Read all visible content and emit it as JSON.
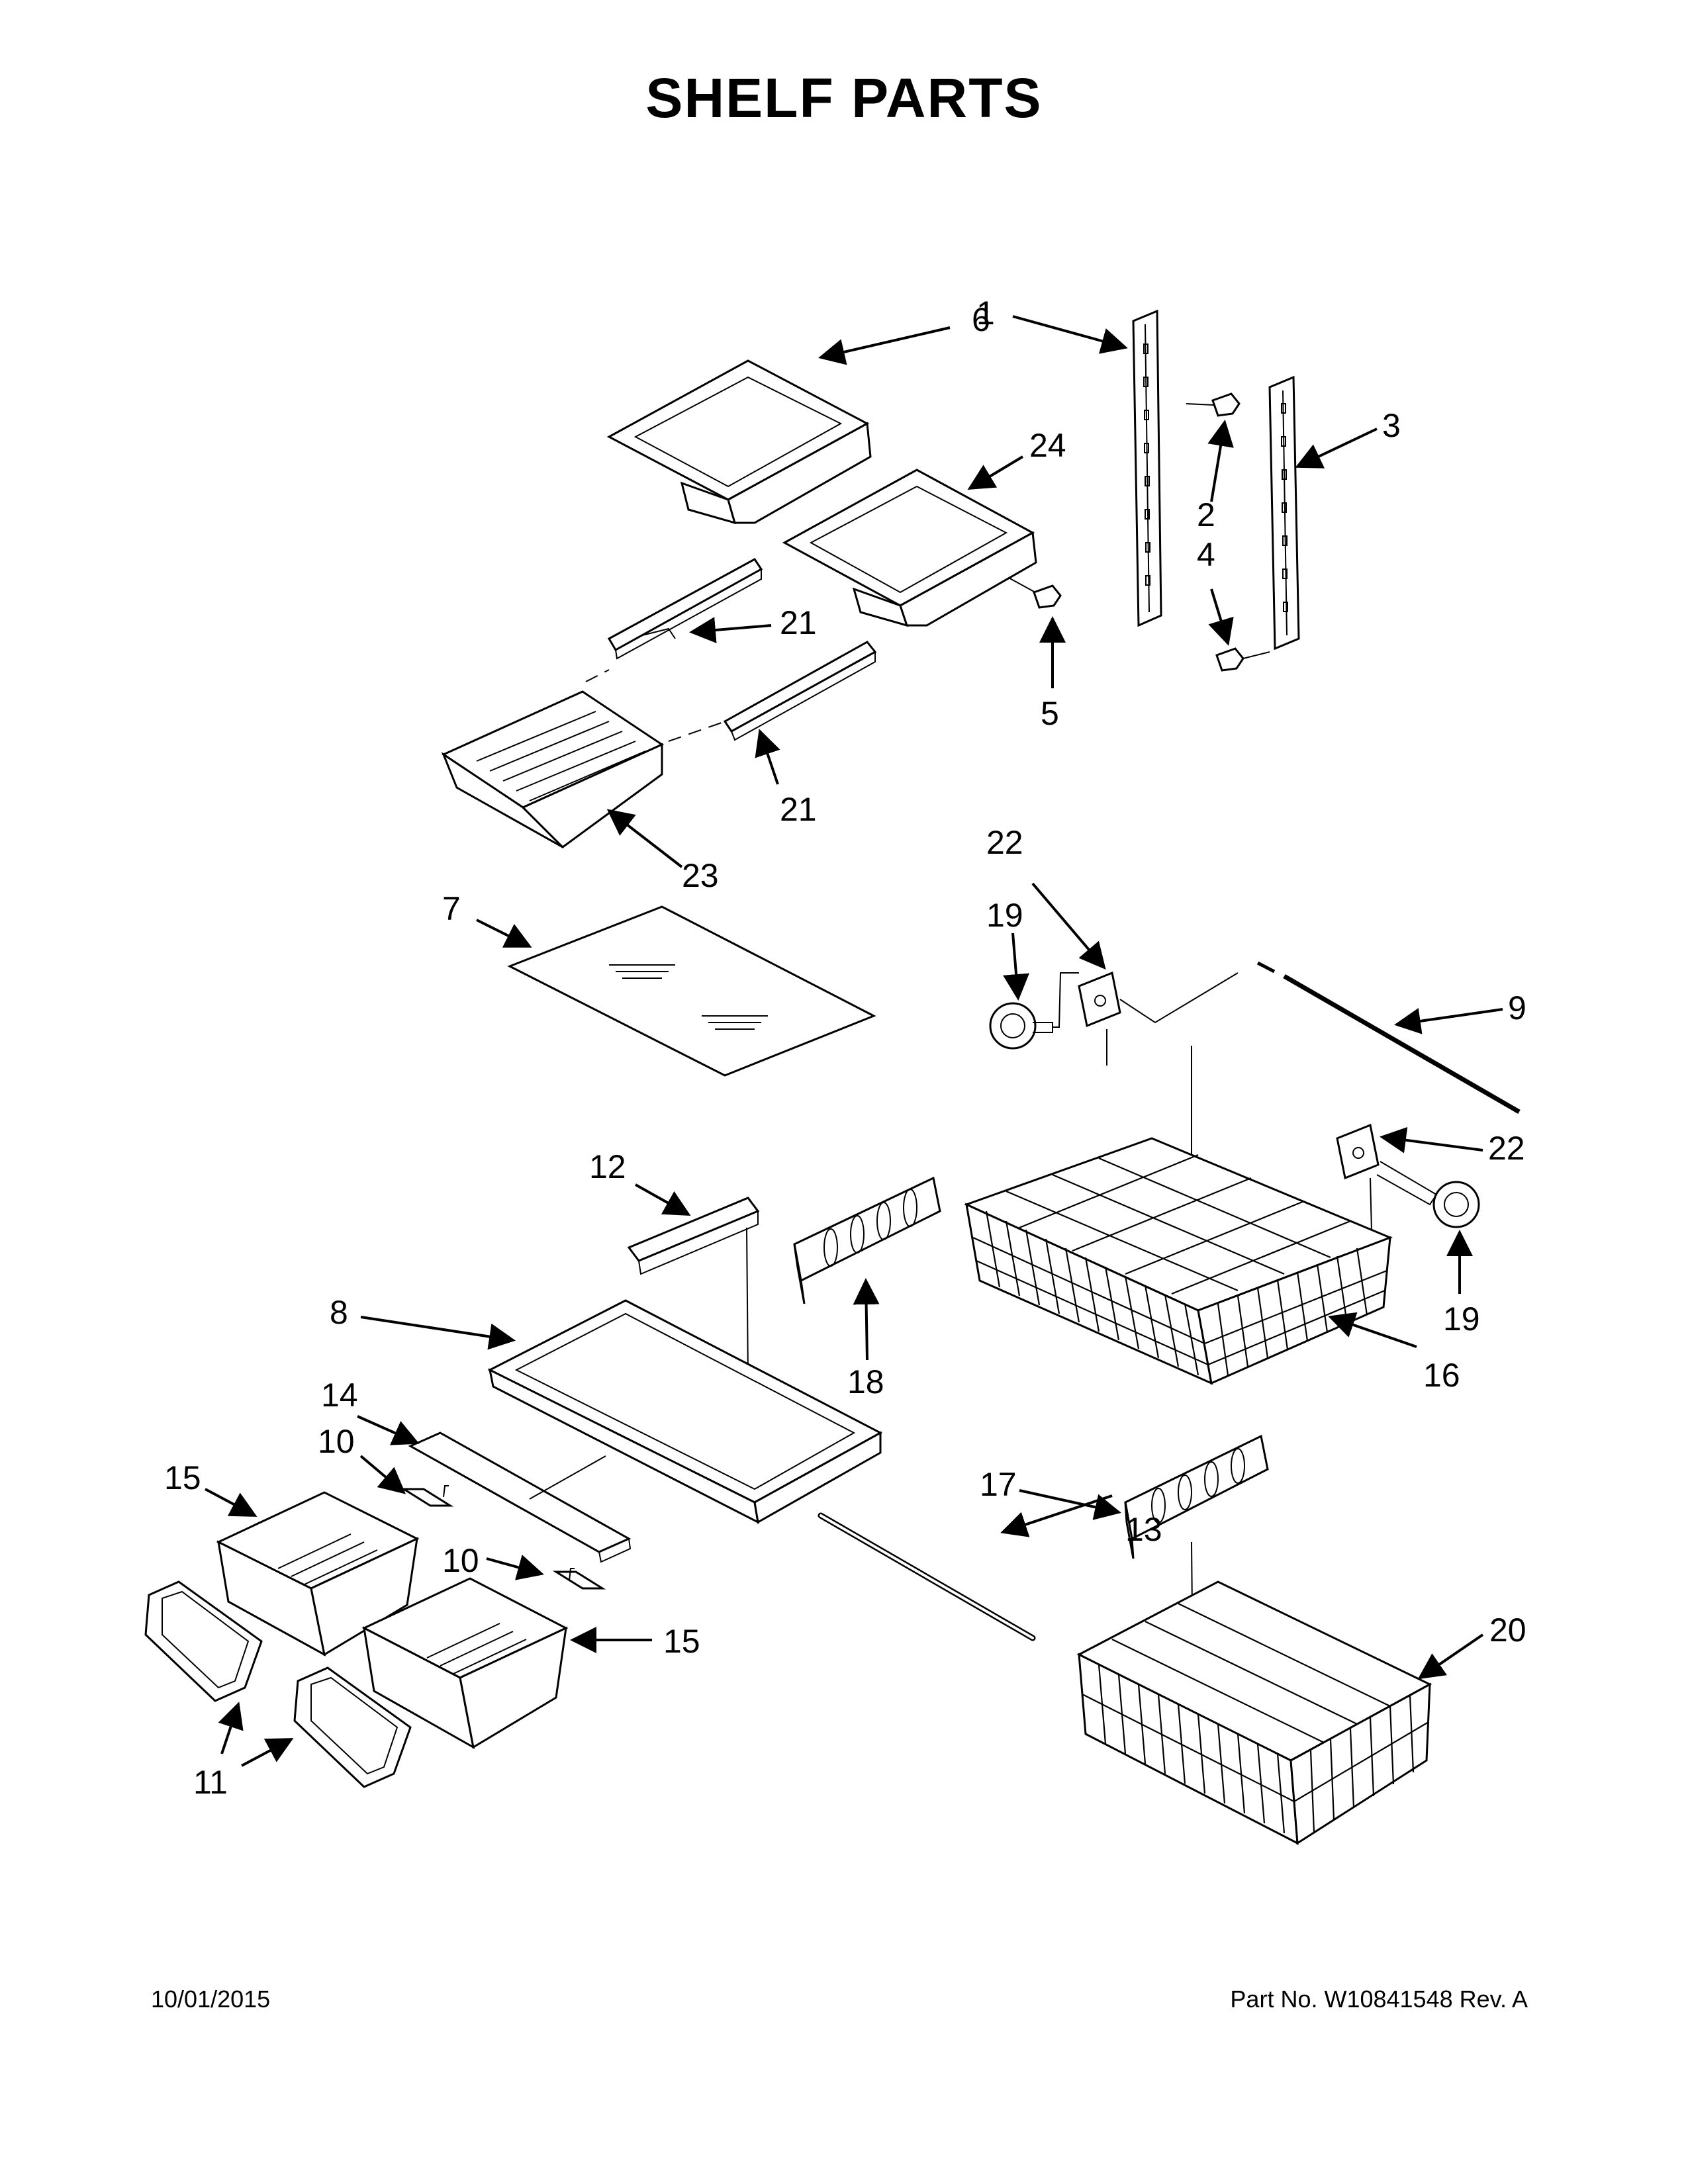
{
  "title": "SHELF PARTS",
  "footer": {
    "date": "10/01/2015",
    "part_no": "Part No.  W10841548   Rev.  A"
  },
  "callouts": {
    "c1": "1",
    "c2": "2",
    "c3": "3",
    "c4": "4",
    "c5": "5",
    "c6": "6",
    "c7": "7",
    "c8": "8",
    "c9": "9",
    "c10a": "10",
    "c10b": "10",
    "c11": "11",
    "c12": "12",
    "c13": "13",
    "c14": "14",
    "c15a": "15",
    "c15b": "15",
    "c16": "16",
    "c17": "17",
    "c18": "18",
    "c19a": "19",
    "c19b": "19",
    "c20": "20",
    "c21a": "21",
    "c21b": "21",
    "c22a": "22",
    "c22b": "22",
    "c23": "23",
    "c24": "24"
  }
}
